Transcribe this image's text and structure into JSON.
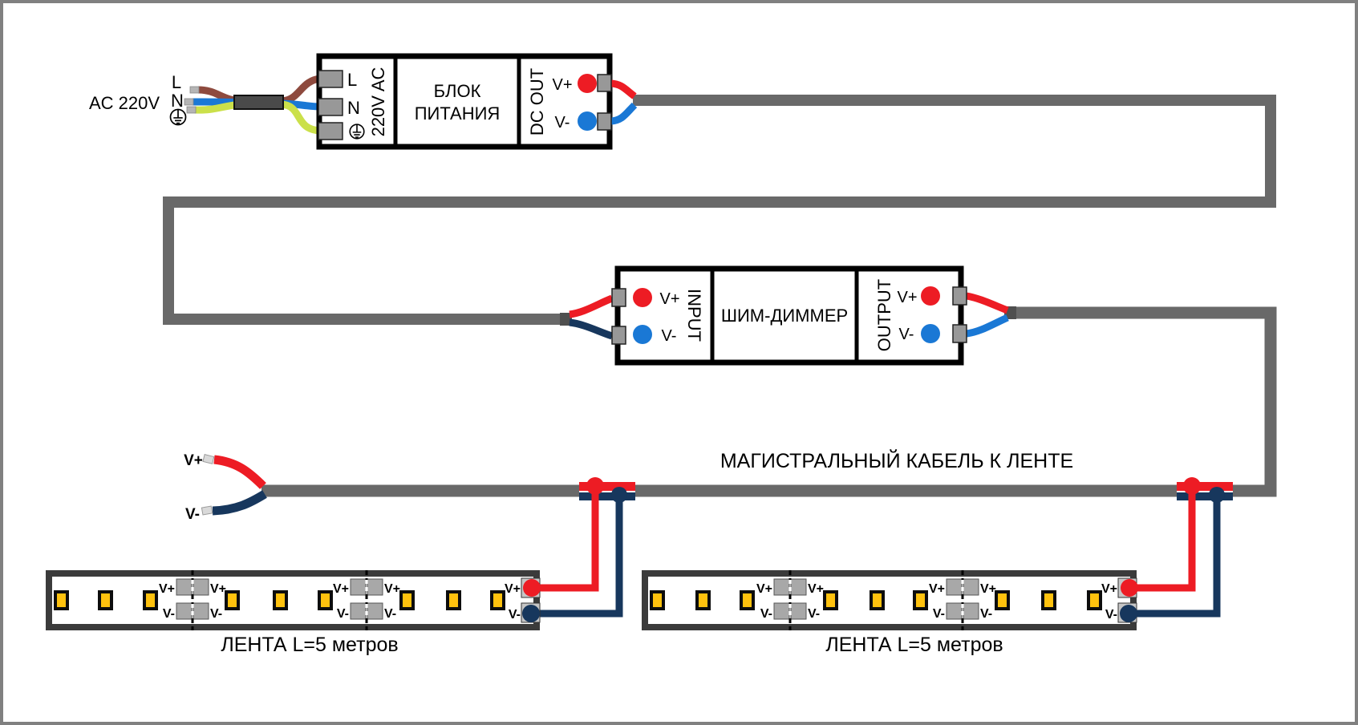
{
  "labels": {
    "vplus": "V+",
    "vminus": "V-"
  },
  "ac_input": {
    "label": "AC 220V",
    "line": "L",
    "neutral": "N",
    "ground_icon": "protective-earth-symbol"
  },
  "psu": {
    "terminal_line": "L",
    "terminal_neutral": "N",
    "input_side_label": "220V AC",
    "title_line1": "БЛОК",
    "title_line2": "ПИТАНИЯ",
    "output_side_label": "DC OUT"
  },
  "dimmer": {
    "input_label": "INPUT",
    "title": "ШИМ-ДИММЕР",
    "output_label": "OUTPUT"
  },
  "trunk": {
    "label": "МАГИСТРАЛЬНЫЙ КАБЕЛЬ К ЛЕНТЕ"
  },
  "strips": {
    "strip1_label": "ЛЕНТА L=5 метров",
    "strip2_label": "ЛЕНТА L=5 метров",
    "leds_visible_per_strip": 9,
    "cut_points_per_strip": 2
  },
  "colors": {
    "red": "#ed1c24",
    "blue": "#1a78d5",
    "navy": "#17375d",
    "brown": "#8e4a3e",
    "green_yellow": "#cbe04a",
    "cable_gray": "#696969",
    "cable_cap": "#4f4f4f",
    "terminal_gray": "#989898",
    "pad_gray": "#a8a8a8",
    "terminal_pad": "#c6c6c6",
    "led_yellow": "#ffc20e",
    "strip_border": "#3b3b3b",
    "sleeve": "#4a4a4a",
    "frame": "#808080",
    "wire_tip": "#d9d9d9"
  }
}
